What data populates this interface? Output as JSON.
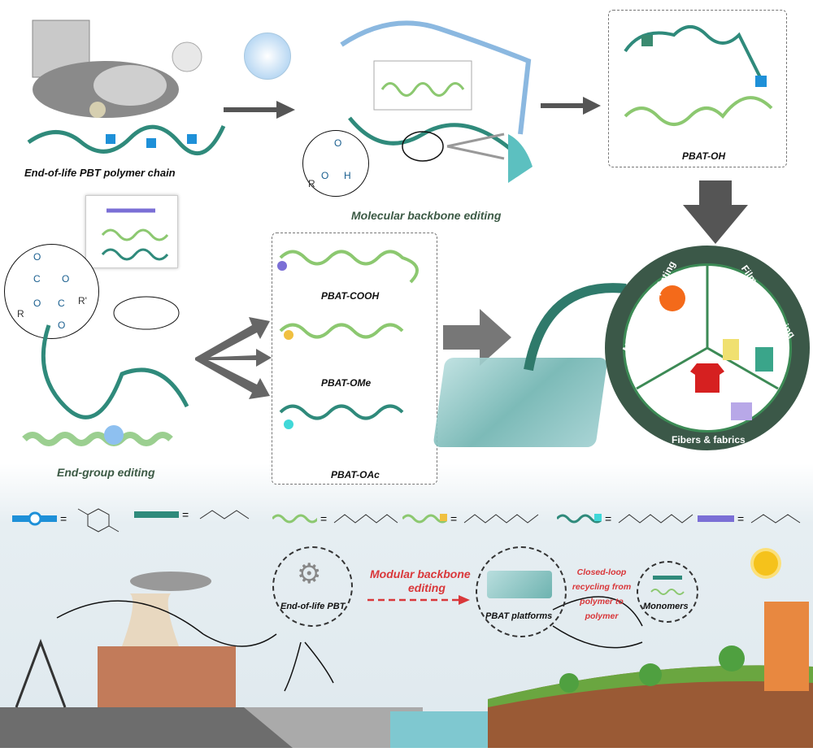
{
  "top": {
    "eol_label": "End-of-life PBT polymer chain",
    "mbe_label": "Molecular backbone editing",
    "pbat_oh_label": "PBAT-OH",
    "mbe_atoms": {
      "o1": "O",
      "o2": "O",
      "h": "H",
      "r": "R"
    }
  },
  "middle": {
    "end_group_label": "End-group editing",
    "products": [
      "PBAT-COOH",
      "PBAT-OMe",
      "PBAT-OAc"
    ],
    "eg_atoms": {
      "o1": "O",
      "o2": "O",
      "o3": "O",
      "o4": "O",
      "c1": "C",
      "c2": "C",
      "r": "R",
      "r2": "R'"
    }
  },
  "wheel": {
    "segments": [
      "Molding & 3D printing",
      "Films & packaging",
      "Fibers & fabrics"
    ],
    "color": "#3b5848"
  },
  "legend": {
    "equals": "="
  },
  "bottom": {
    "eol_pbt": "End-of-life PBT",
    "modular_line1": "Modular backbone",
    "modular_line2": "editing",
    "pbat_platforms": "PBAT platforms",
    "closed_loop": [
      "Closed-loop",
      "recycling from",
      "polymer to",
      "polymer"
    ],
    "monomers": "Monomers",
    "accent": "#d9373a"
  }
}
